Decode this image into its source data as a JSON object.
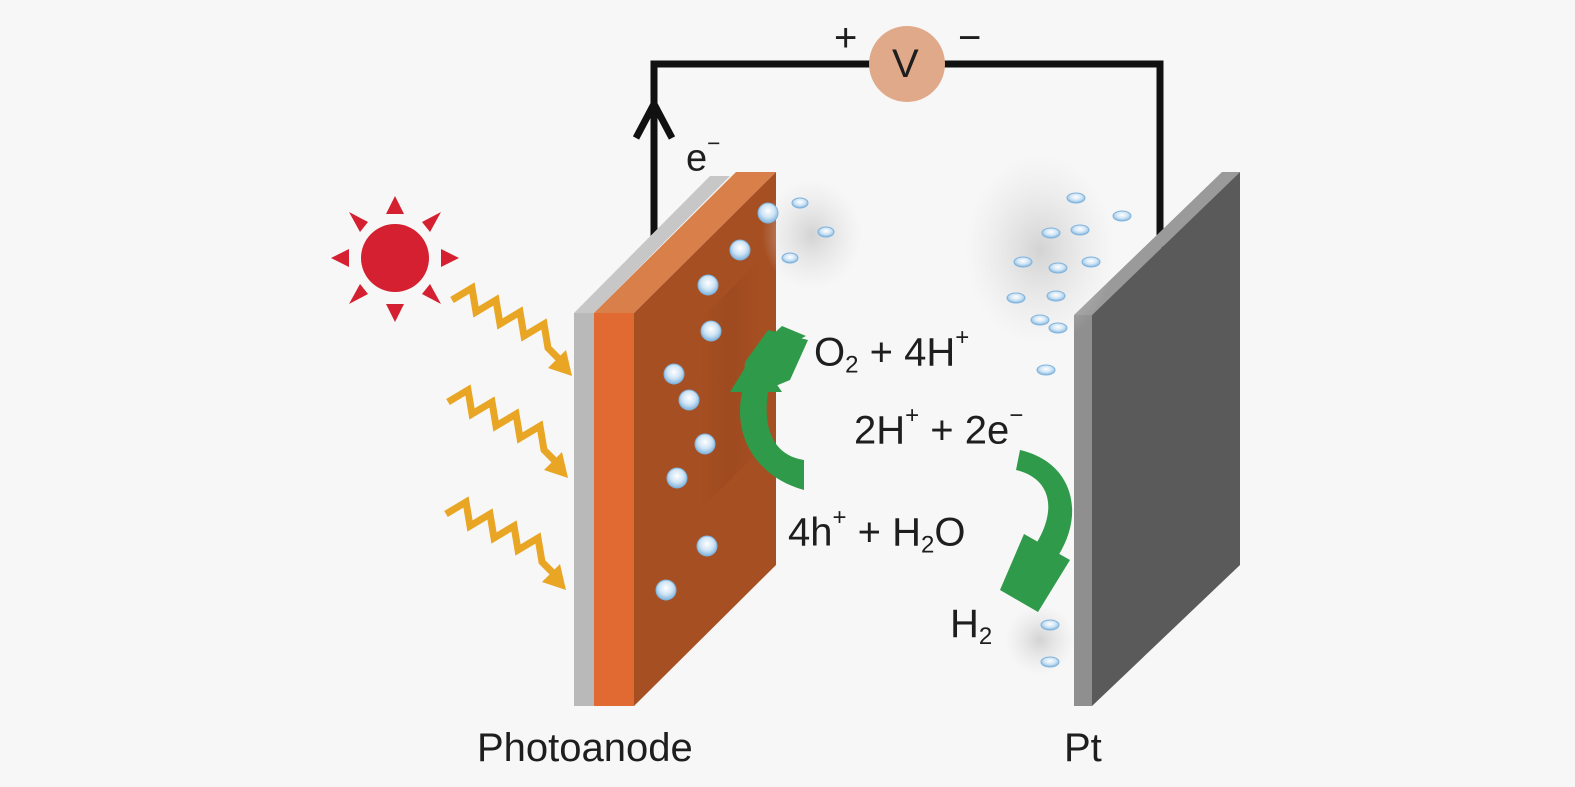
{
  "labels": {
    "photoanode": "Photoanode",
    "cathode": "Pt",
    "voltmeter": "V",
    "plus": "+",
    "minus": "−",
    "electron": "e",
    "electron_sup": "−"
  },
  "equations": {
    "oxidation_product": {
      "a": "O",
      "a_sub": "2",
      "b": " + 4H",
      "b_sup": "+"
    },
    "oxidation_reactant": {
      "a": "4h",
      "a_sup": "+",
      "b": " + H",
      "b_sub": "2",
      "c": "O"
    },
    "reduction_reactant": {
      "a": "2H",
      "a_sup": "+",
      "b": " + 2e",
      "b_sup": "−"
    },
    "reduction_product": {
      "a": "H",
      "a_sub": "2"
    }
  },
  "colors": {
    "background": "#f7f7f7",
    "wire": "#111111",
    "sun": "#d42030",
    "light_wave": "#e8a624",
    "photoanode_front": "#a64f22",
    "photoanode_edge": "#e06a32",
    "photoanode_top": "#d9804a",
    "substrate": "#b9b9b9",
    "pt_front": "#5a5a5a",
    "pt_edge": "#8f8f8f",
    "voltmeter": "#e0aa8a",
    "reaction_arrow": "#2f9a4a",
    "bubble": "#9fc9e8"
  }
}
